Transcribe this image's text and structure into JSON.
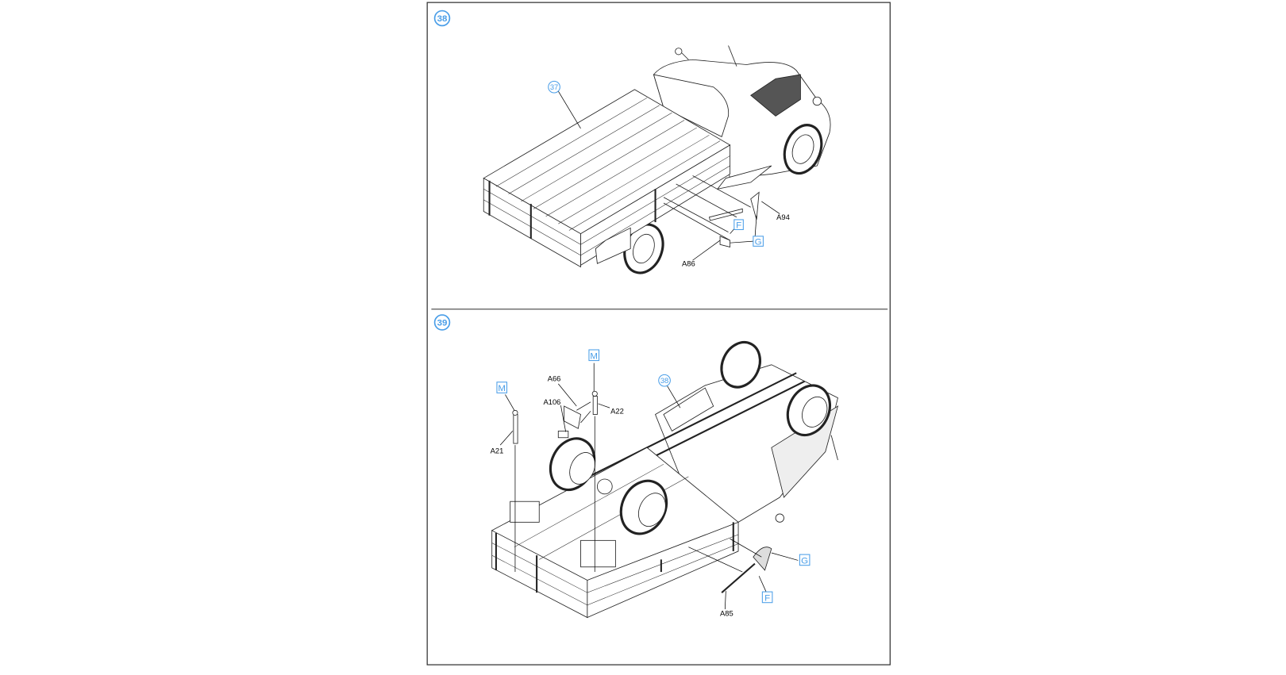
{
  "colors": {
    "accent": "#4a9ee8",
    "line": "#222222",
    "frame": "#333333"
  },
  "steps": [
    {
      "number": "38",
      "ref_subassembly": "37",
      "parts": {
        "a94": "A94",
        "a86": "A86"
      },
      "markers": {
        "f": "F",
        "g": "G"
      }
    },
    {
      "number": "39",
      "ref_subassembly": "38",
      "parts": {
        "a66": "A66",
        "a106": "A106",
        "a22": "A22",
        "a21": "A21",
        "a85": "A85"
      },
      "markers": {
        "m1": "M",
        "m2": "M",
        "g": "G",
        "f": "F"
      }
    }
  ]
}
